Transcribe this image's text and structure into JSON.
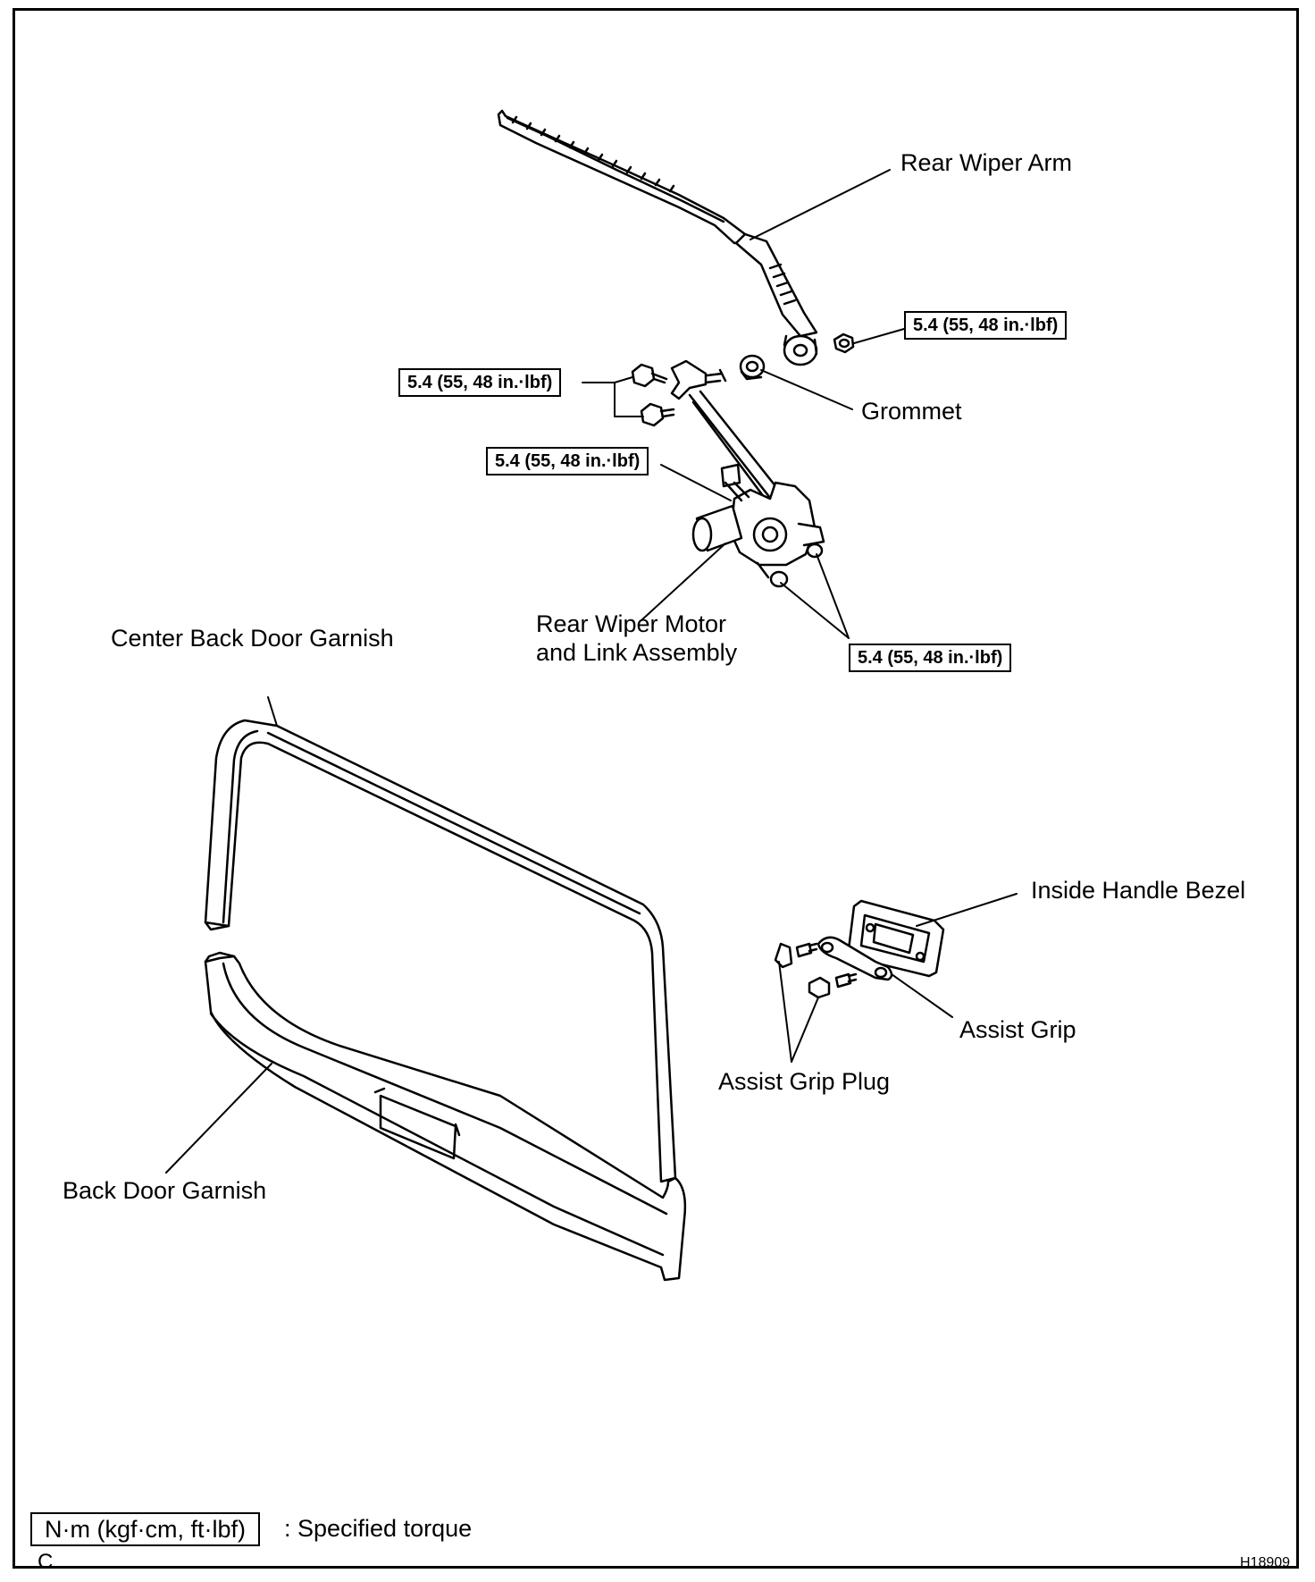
{
  "labels": {
    "rear_wiper_arm": "Rear Wiper Arm",
    "grommet": "Grommet",
    "rear_wiper_motor_line1": "Rear Wiper Motor",
    "rear_wiper_motor_line2": "and Link Assembly",
    "center_back_door_garnish": "Center Back Door Garnish",
    "inside_handle_bezel": "Inside Handle Bezel",
    "assist_grip": "Assist Grip",
    "assist_grip_plug": "Assist Grip Plug",
    "back_door_garnish": "Back Door Garnish"
  },
  "torque": {
    "arm_nut": "5.4 (55, 48 in.·lbf)",
    "pivot_bolts": "5.4 (55, 48 in.·lbf)",
    "motor_upper": "5.4 (55, 48 in.·lbf)",
    "motor_lower": "5.4 (55, 48 in.·lbf)"
  },
  "legend": {
    "unit": "N·m (kgf·cm, ft·lbf)",
    "text": ": Specified torque"
  },
  "footer": {
    "letter": "C",
    "figure_code": "H18909"
  }
}
